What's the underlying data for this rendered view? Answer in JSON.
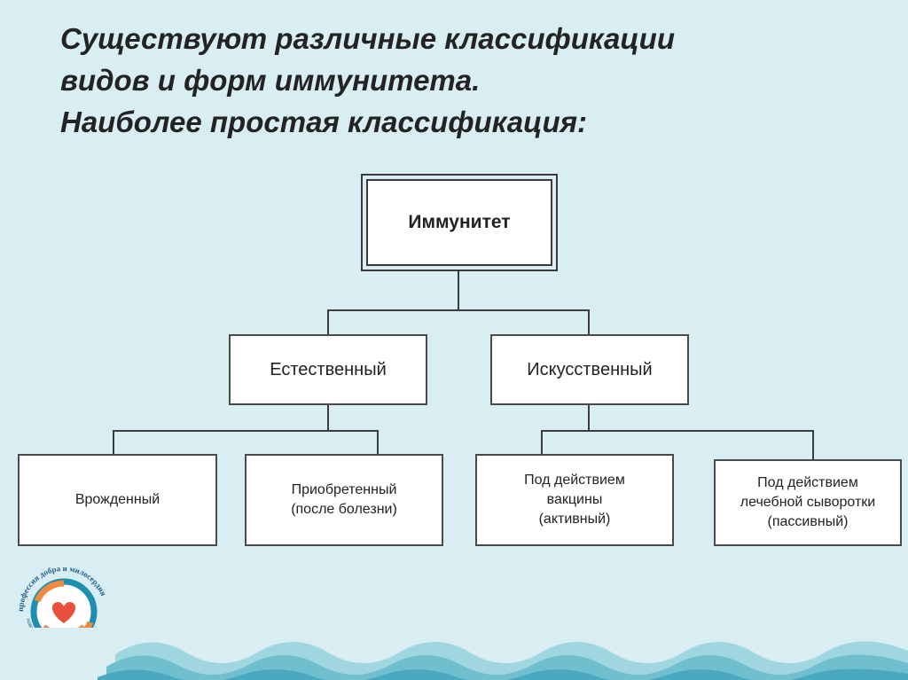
{
  "slide": {
    "title_lines": [
      "Существуют различные классификации",
      "видов и форм иммунитета.",
      "Наиболее простая классификация:"
    ]
  },
  "diagram": {
    "root": "Иммунитет",
    "branches": [
      {
        "label": "Естественный",
        "children": [
          "Врожденный",
          "Приобретенный\n(после болезни)"
        ]
      },
      {
        "label": "Искусственный",
        "children": [
          "Под действием\nвакцины\n(активный)",
          "Под действием\nлечебной сыворотки\n(пассивный)"
        ]
      }
    ]
  },
  "logo": {
    "text_top": "профессия добра и милосердия",
    "text_bottom": "новосибирский медицинский колледж"
  },
  "colors": {
    "background": "#d8eef2",
    "box_border": "#4a4a4a",
    "wave": "#7ec6d3",
    "logo_blue": "#1f8fb0",
    "logo_orange": "#f08a3c"
  }
}
